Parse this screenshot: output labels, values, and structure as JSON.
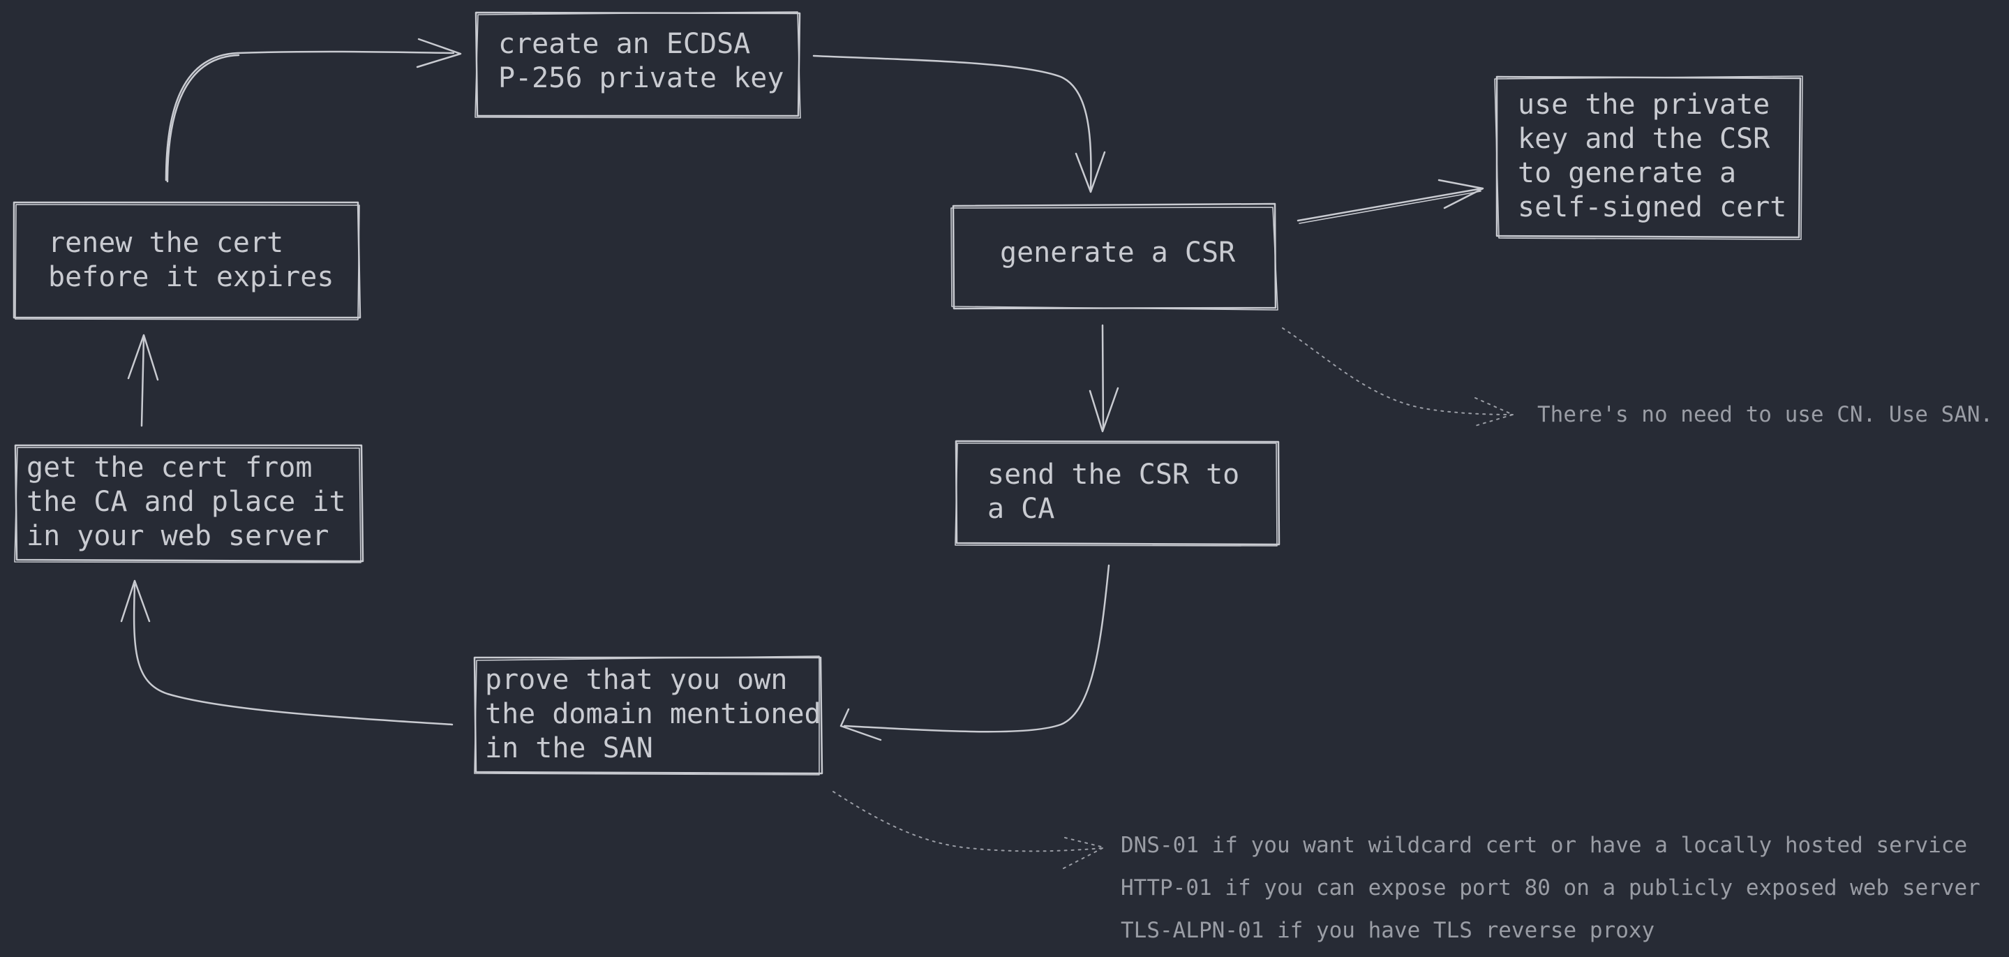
{
  "nodes": {
    "create_key": "create an ECDSA\nP-256 private key",
    "generate_csr": "generate a CSR",
    "self_signed": "use the private\nkey and the CSR\nto generate a\nself-signed cert",
    "send_csr": "send the CSR to\na CA",
    "prove_domain": "prove that you own\nthe domain mentioned\nin the SAN",
    "get_cert": "get the cert from\nthe CA and place it\nin your web server",
    "renew_cert": "renew the cert\nbefore it expires"
  },
  "notes": {
    "csr_note": "There's no need to use CN. Use SAN.",
    "challenges": [
      "DNS-01 if you want wildcard cert or have a locally hosted service",
      "HTTP-01 if you can expose port 80 on a publicly exposed web server",
      "TLS-ALPN-01 if you have TLS reverse proxy"
    ]
  },
  "colors": {
    "background": "#272b35",
    "stroke": "#c9cbd1",
    "note_text": "#9a9da5"
  }
}
